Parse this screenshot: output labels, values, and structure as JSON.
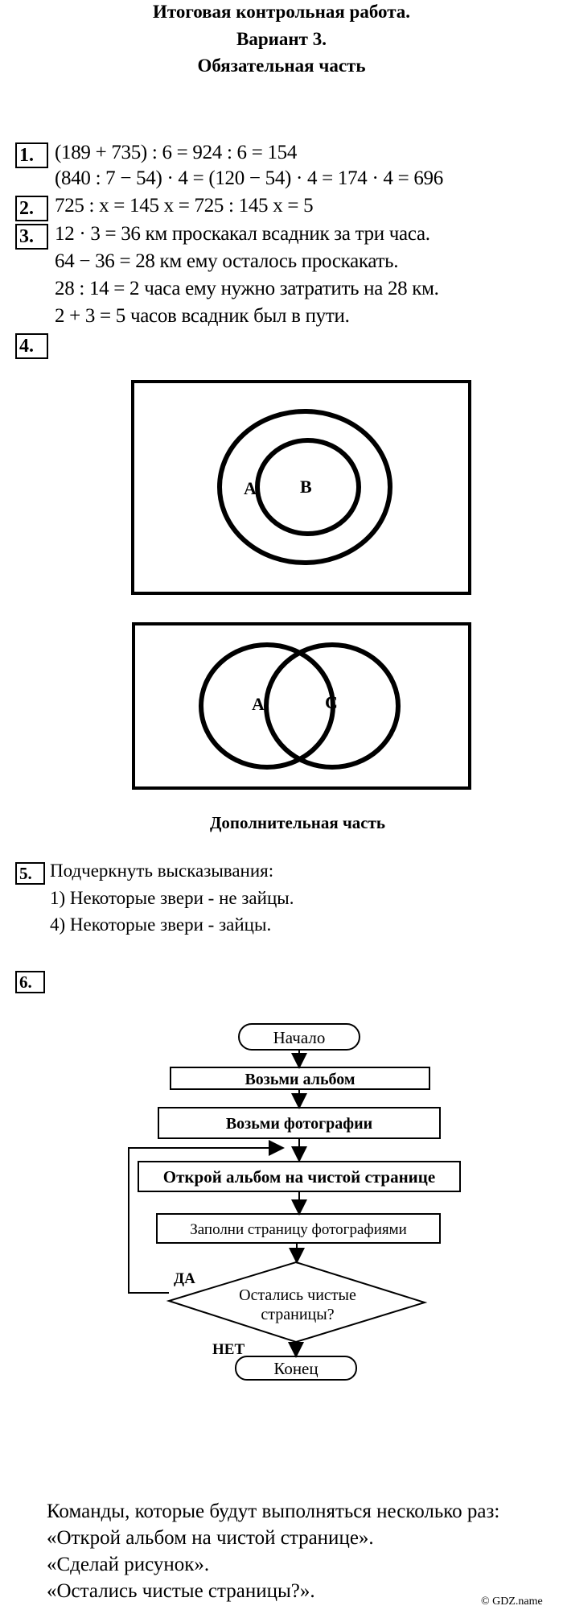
{
  "header": {
    "title": "Итоговая контрольная работа.",
    "variant": "Вариант 3.",
    "part": "Обязательная часть"
  },
  "tasks": {
    "t1": {
      "num": "1.",
      "lines": [
        "(189 + 735) : 6 = 924 : 6 = 154",
        "(840 : 7 − 54) · 4 = (120 − 54) · 4 = 174 · 4 = 696"
      ]
    },
    "t2": {
      "num": "2.",
      "lines": [
        "725 : x = 145    x = 725 : 145    x = 5"
      ]
    },
    "t3": {
      "num": "3.",
      "lines": [
        "12 · 3 = 36 км проскакал всадник за три часа.",
        "64 − 36 = 28 км ему осталось проскакать.",
        "28 : 14 = 2 часа ему нужно затратить на 28 км.",
        "2 + 3 = 5 часов всадник был в пути."
      ]
    },
    "t4": {
      "num": "4.",
      "diagram1": {
        "outer": "A",
        "inner": "B"
      },
      "diagram2": {
        "left": "A",
        "right": "C"
      }
    },
    "extra_title": "Дополнительная часть",
    "t5": {
      "num": "5.",
      "lines": [
        "Подчеркнуть высказывания:",
        "1) Некоторые звери - не зайцы.",
        "4) Некоторые звери - зайцы."
      ]
    },
    "t6": {
      "num": "6.",
      "flowchart": {
        "start": "Начало",
        "step1": "Возьми альбом",
        "step2": "Возьми фотографии",
        "step3": "Открой альбом на чистой странице",
        "step4": "Заполни страницу фотографиями",
        "decision_line1": "Остались чистые",
        "decision_line2": "страницы?",
        "yes": "ДА",
        "no": "НЕТ",
        "end": "Конец"
      },
      "answer_lines": [
        "Команды, которые будут выполняться несколько раз:",
        "«Открой альбом на чистой странице».",
        "«Сделай рисунок».",
        "«Остались чистые страницы?»."
      ]
    }
  },
  "footer": {
    "copyright": "© GDZ.name"
  }
}
